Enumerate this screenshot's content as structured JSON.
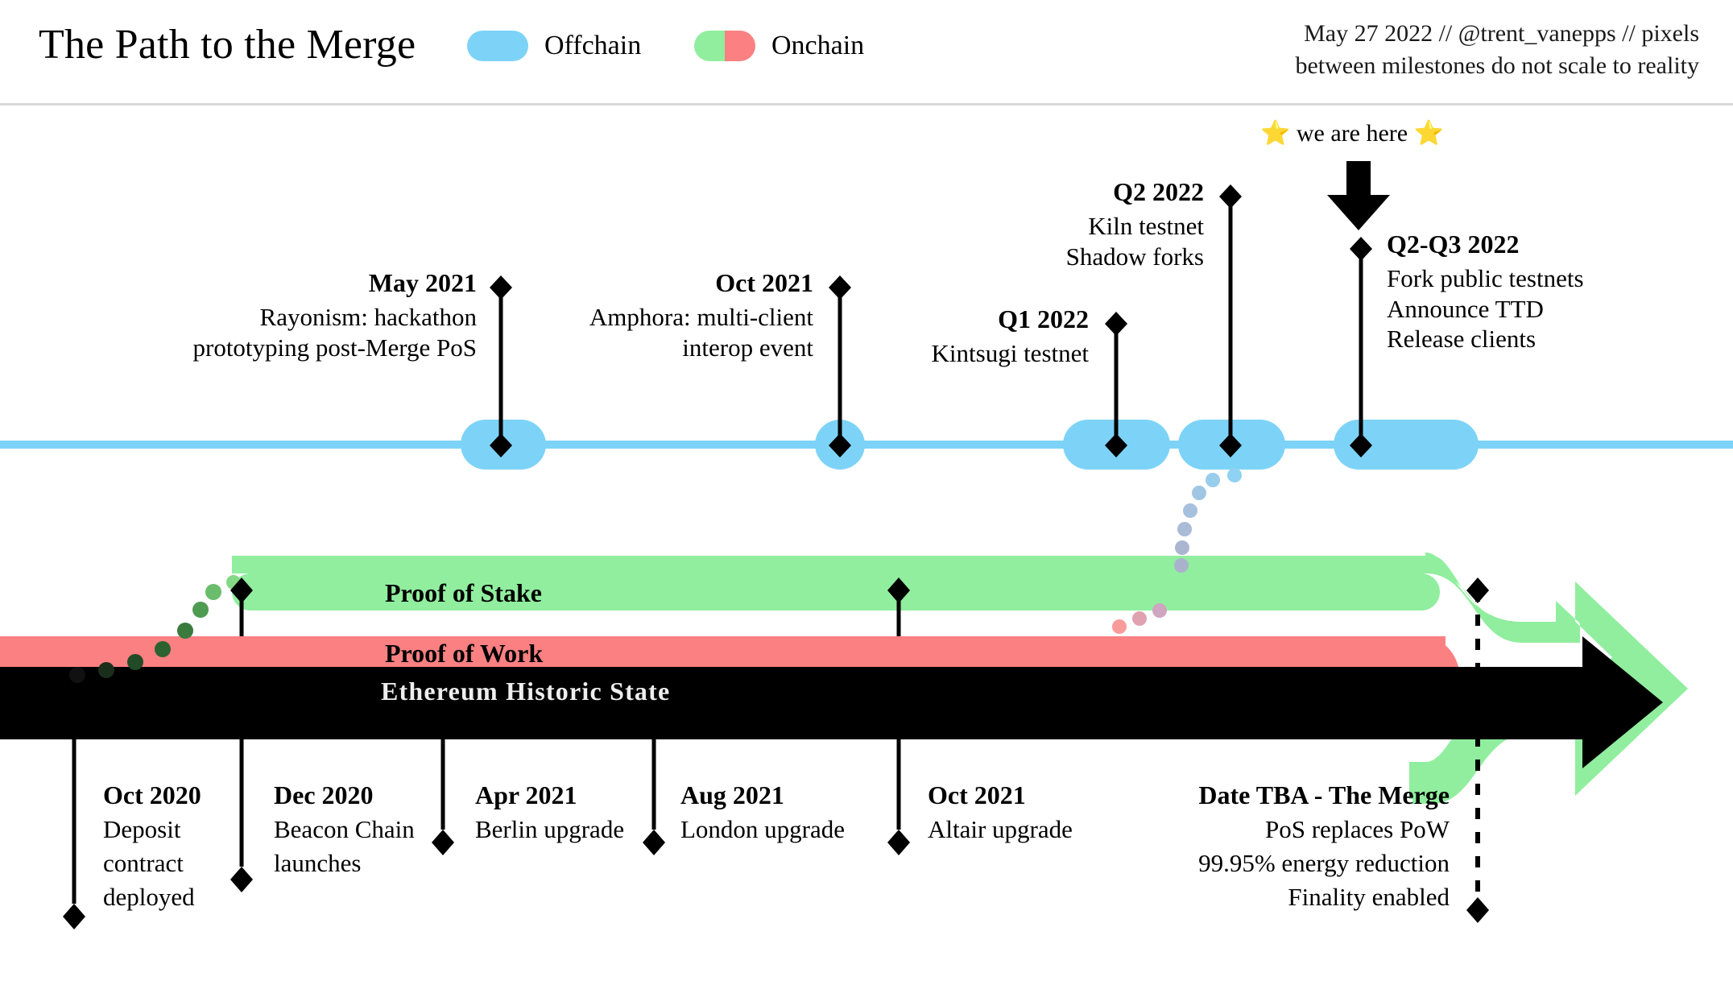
{
  "header": {
    "title": "The Path to the Merge",
    "legend": [
      {
        "label": "Offchain",
        "colors": [
          "#7DD3F7",
          "#7DD3F7"
        ],
        "icon": "offchain-swatch"
      },
      {
        "label": "Onchain",
        "colors": [
          "#90EE9E",
          "#FA8082"
        ],
        "icon": "onchain-swatch"
      }
    ],
    "attribution_line1": "May 27 2022 // @trent_vanepps // pixels",
    "attribution_line2": "between milestones do not scale to reality"
  },
  "marker": {
    "we_are_here": "⭐ we are here ⭐",
    "arrow_icon": "down-arrow-icon"
  },
  "offchain_milestones": [
    {
      "date": "May 2021",
      "lines": [
        "Rayonism: hackathon",
        "prototyping post-Merge PoS"
      ],
      "align": "right"
    },
    {
      "date": "Oct 2021",
      "lines": [
        "Amphora: multi-client",
        "interop event"
      ],
      "align": "right"
    },
    {
      "date": "Q1 2022",
      "lines": [
        "Kintsugi testnet"
      ],
      "align": "right"
    },
    {
      "date": "Q2 2022",
      "lines": [
        "Kiln testnet",
        "Shadow forks"
      ],
      "align": "right"
    },
    {
      "date": "Q2-Q3 2022",
      "lines": [
        "Fork public testnets",
        "Announce TTD",
        "Release clients"
      ],
      "align": "left"
    }
  ],
  "chains": {
    "proof_of_stake": "Proof of Stake",
    "proof_of_work": "Proof of Work",
    "historic_state": "Ethereum Historic State"
  },
  "onchain_milestones": [
    {
      "date": "Oct 2020",
      "lines": [
        "Deposit",
        "contract",
        "deployed"
      ],
      "align": "left"
    },
    {
      "date": "Dec 2020",
      "lines": [
        "Beacon Chain",
        "launches"
      ],
      "align": "left"
    },
    {
      "date": "Apr 2021",
      "lines": [
        "Berlin upgrade"
      ],
      "align": "left"
    },
    {
      "date": "Aug 2021",
      "lines": [
        "London upgrade"
      ],
      "align": "left"
    },
    {
      "date": "Oct 2021",
      "lines": [
        "Altair upgrade"
      ],
      "align": "left"
    },
    {
      "date": "Date TBA - The Merge",
      "lines": [
        "PoS replaces PoW",
        "99.95% energy reduction",
        "Finality enabled"
      ],
      "align": "right"
    }
  ],
  "colors": {
    "offchain_blue": "#7DD3F7",
    "pos_green": "#90EE9E",
    "pow_red": "#FA8082",
    "historic_black": "#000000",
    "divider_grey": "#D8D8D8"
  }
}
